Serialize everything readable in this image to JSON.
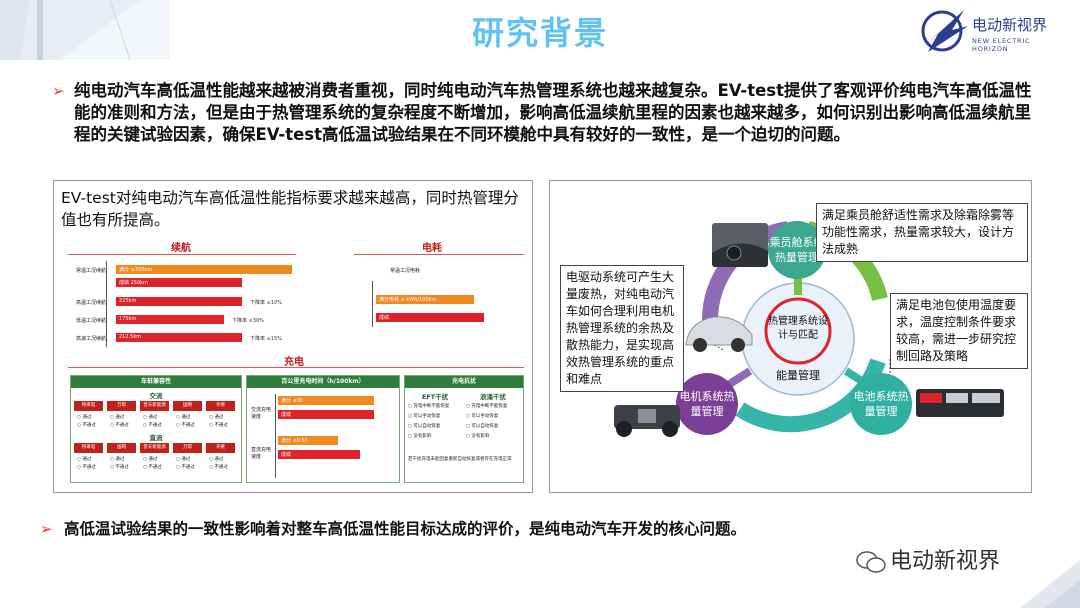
{
  "header": {
    "title": "研究背景",
    "logo_name": "电动新视界",
    "logo_sub": "NEW ELECTRIC HORIZON"
  },
  "intro_text": "纯电动汽车高低温性能越来越被消费者重视，同时纯电动汽车热管理系统也越来越复杂。EV-test提供了客观评价纯电汽车高低温性能的准则和方法，但是由于热管理系统的复杂程度不断增加，影响高低温续航里程的因素也越来越多，如何识别出影响高低温续航里程的关键试验因素，确保EV-test高低温试验结果在不同环模舱中具有较好的一致性，是一个迫切的问题。",
  "left_panel": {
    "description": "EV-test对纯电动汽车高低温性能指标要求越来越高，同时热管理分值也有所提高。",
    "range_section": {
      "title": "续航",
      "rows": [
        {
          "label": "常温工况续航",
          "bar_text": "满分  ≥350km",
          "color": "#f08a22",
          "note": ""
        },
        {
          "label": "",
          "bar_text": "成绩        250km",
          "color": "#e0232a",
          "note": ""
        },
        {
          "label": "高温工况续航",
          "bar_text": "225km",
          "color": "#e0232a",
          "note": "下降率 ≤10%"
        },
        {
          "label": "低温工况续航",
          "bar_text": "175km",
          "color": "#e0232a",
          "note": "下降率 ≤30%"
        },
        {
          "label": "高速工况续航",
          "bar_text": "212.5km",
          "color": "#e0232a",
          "note": "下降率 ≤15%"
        }
      ]
    },
    "energy_section": {
      "title": "电耗",
      "label": "常温工况电耗",
      "rows": [
        {
          "bar_text": "满分电耗     ≤ kWh/100km",
          "color": "#f08a22"
        },
        {
          "bar_text": "成绩",
          "color": "#e0232a"
        }
      ]
    },
    "charge_section": {
      "title": "充电",
      "compat_title": "车桩兼容性",
      "ac_label": "交流",
      "dc_label": "直流",
      "ac_cells": [
        "特来电",
        "万帮",
        "普天新能源",
        "国网",
        "许继"
      ],
      "dc_cells": [
        "特来电",
        "国网",
        "普天新能源",
        "万帮",
        "许继"
      ],
      "pass": "○ 通过",
      "fail": "○ 不通过",
      "time_title": "百公里充电时间（h/100km）",
      "time_rows": [
        {
          "label": "交流充电速度",
          "full": "满分 ≤3h",
          "score": "成绩"
        },
        {
          "label": "直流充电速度",
          "full": "满分 ≤0.5h",
          "score": "成绩"
        }
      ],
      "eft_title": "充电抗扰",
      "eft_col1": "EFT干扰",
      "eft_col2": "浪涌干扰",
      "eft_options": [
        "充电中断不能恢复",
        "可以手动恢复",
        "可以自动恢复",
        "没有影响"
      ],
      "eft_note": "若干扰充电未能回复重新自动恢复或者存在充电正常"
    }
  },
  "right_panel": {
    "center_label": "热管理系统设计与匹配",
    "energy_label": "能量管理",
    "nodes": {
      "cabin": "乘员舱系统热量管理",
      "battery": "电池系统热量管理",
      "motor": "电机系统热量管理"
    },
    "callouts": {
      "cabin": "满足乘员舱舒适性需求及除霜除雾等功能性需求，热量需求较大，设计方法成熟",
      "battery": "满足电池包使用温度要求，温度控制条件要求较高，需进一步研究控制回路及策略",
      "motor": "电驱动系统可产生大量废热，对纯电动汽车如何合理利用电机热管理系统的余热及散热能力，是实现高效热管理系统的重点和难点"
    }
  },
  "conclusion_text": "高低温试验结果的一致性影响着对整车高低温性能目标达成的评价，是纯电动汽车开发的核心问题。",
  "watermark": "电动新视界",
  "colors": {
    "title": "#5ec3ee",
    "arrow": "#e8392a",
    "cabin": "#2aa48a",
    "battery": "#2aa48a",
    "motor": "#7b3f95",
    "ring_green": "#76c043",
    "ring_purple": "#8e6bb5",
    "ring_teal": "#35b6a8"
  }
}
